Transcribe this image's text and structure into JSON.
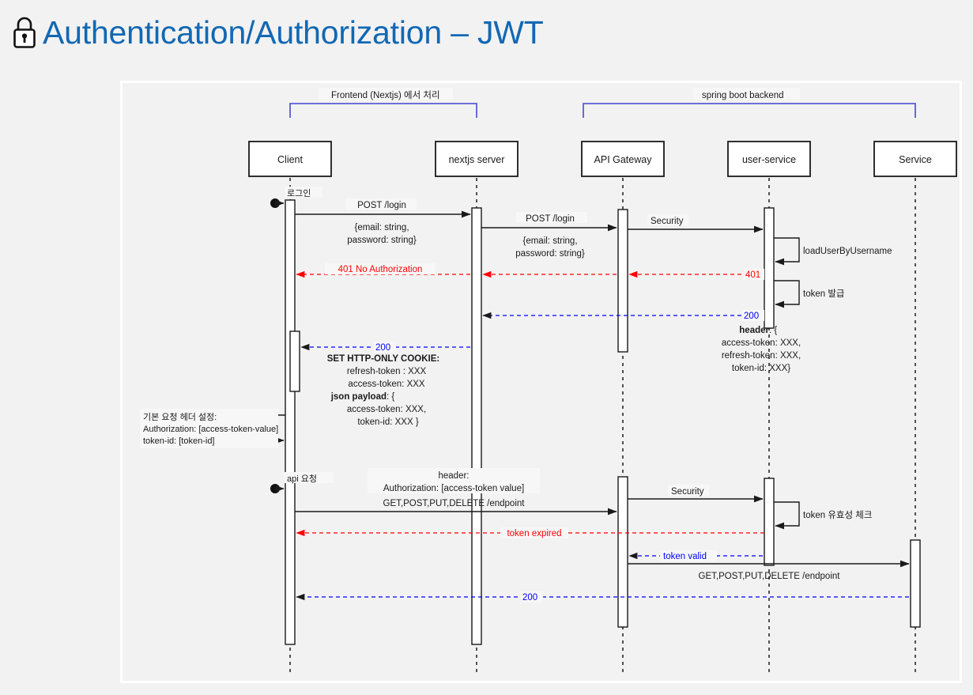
{
  "page": {
    "title": "Authentication/Authorization – JWT",
    "title_color": "#1268b3",
    "icon": "lock-icon",
    "background": "#f2f2f2"
  },
  "diagram": {
    "type": "sequence-diagram",
    "groups": [
      {
        "label": "Frontend (Nextjs) 에서 처리",
        "color": "#5b5bd6",
        "from": "Client",
        "to": "nextjs server"
      },
      {
        "label": "spring boot backend",
        "color": "#5b5bd6",
        "from": "API Gateway",
        "to": "Service"
      }
    ],
    "participants": [
      {
        "name": "Client"
      },
      {
        "name": "nextjs server"
      },
      {
        "name": "API Gateway"
      },
      {
        "name": "user-service"
      },
      {
        "name": "Service"
      }
    ],
    "actors": [
      {
        "label": "로그인",
        "target": "Client"
      },
      {
        "label": "api 요청",
        "target": "Client"
      }
    ],
    "messages": [
      {
        "label": "POST /login",
        "sub": [
          "{email: string,",
          "password: string}"
        ],
        "from": "Client",
        "to": "nextjs server",
        "style": "solid",
        "color": "#1a1a1a"
      },
      {
        "label": "POST /login",
        "sub": [
          "{email: string,",
          "password: string}"
        ],
        "from": "nextjs server",
        "to": "API Gateway",
        "style": "solid",
        "color": "#1a1a1a"
      },
      {
        "label": "Security",
        "from": "API Gateway",
        "to": "user-service",
        "style": "solid",
        "color": "#1a1a1a"
      },
      {
        "label": "loadUserByUsername",
        "from": "user-service",
        "to": "user-service",
        "style": "self",
        "color": "#1a1a1a"
      },
      {
        "label": "401 No Authorization",
        "from": "nextjs server",
        "to": "Client",
        "style": "dashed",
        "color": "#ff0000"
      },
      {
        "label": "401",
        "from": "user-service",
        "to": "API Gateway",
        "style": "dashed",
        "color": "#ff0000"
      },
      {
        "label": "token 발급",
        "from": "user-service",
        "to": "user-service",
        "style": "self",
        "color": "#1a1a1a"
      },
      {
        "label": "200",
        "sub": [
          "header: {",
          "access-token: XXX,",
          "refresh-token: XXX,",
          "token-id: XXX}"
        ],
        "from": "user-service",
        "to": "nextjs server",
        "style": "dashed",
        "color": "#0000ff"
      },
      {
        "label": "200",
        "sub": [
          "SET HTTP-ONLY COOKIE:",
          "refresh-token : XXX",
          "access-token: XXX",
          "json payload: {",
          "access-token: XXX,",
          "token-id: XXX }"
        ],
        "from": "nextjs server",
        "to": "Client",
        "style": "dashed",
        "color": "#0000ff"
      },
      {
        "label": "header:\nAuthorization: [access-token value]",
        "from": "Client",
        "to": "API Gateway",
        "style": "solid",
        "color": "#1a1a1a"
      },
      {
        "label": "GET,POST,PUT,DELETE /endpoint",
        "from": "Client",
        "to": "API Gateway",
        "style": "solid",
        "color": "#1a1a1a"
      },
      {
        "label": "Security",
        "from": "API Gateway",
        "to": "user-service",
        "style": "solid",
        "color": "#1a1a1a"
      },
      {
        "label": "token 유효성 체크",
        "from": "user-service",
        "to": "user-service",
        "style": "self",
        "color": "#1a1a1a"
      },
      {
        "label": "token expired",
        "from": "user-service",
        "to": "Client",
        "style": "dashed",
        "color": "#ff0000"
      },
      {
        "label": "token valid",
        "from": "user-service",
        "to": "API Gateway",
        "style": "dashed",
        "color": "#0000ff"
      },
      {
        "label": "GET,POST,PUT,DELETE /endpoint",
        "from": "API Gateway",
        "to": "Service",
        "style": "solid",
        "color": "#1a1a1a"
      },
      {
        "label": "200",
        "from": "Service",
        "to": "Client",
        "style": "dashed",
        "color": "#0000ff"
      }
    ],
    "notes": [
      {
        "lines": [
          "기본 요청 헤더 설정:",
          "Authorization:  [access-token-value]",
          "token-id: [token-id]"
        ],
        "anchor": "Client"
      }
    ],
    "text": {
      "group_frontend": "Frontend (Nextjs) 에서 처리",
      "group_backend": "spring boot backend",
      "p_client": "Client",
      "p_nextjs": "nextjs server",
      "p_gateway": "API Gateway",
      "p_userservice": "user-service",
      "p_service": "Service",
      "actor_login": "로그인",
      "actor_api": "api 요청",
      "m_post_login": "POST /login",
      "m_body_1": "{email: string,",
      "m_body_2": "password: string}",
      "m_post_login_2": "POST /login",
      "m_body_3": "{email: string,",
      "m_body_4": "password: string}",
      "m_security": "Security",
      "m_security_2": "Security",
      "m_loaduser": "loadUserByUsername",
      "m_token_issue": "token 발급",
      "m_401_noauth": "401 No Authorization",
      "m_401": "401",
      "m_200_a": "200",
      "m_200_b": "200",
      "m_200_c": "200",
      "hdr_header": "header",
      "hdr_brace": ": {",
      "hdr_access": "access-token: XXX,",
      "hdr_refresh": "refresh-token: XXX,",
      "hdr_tokenid": "token-id: XXX}",
      "cookie_title": "SET HTTP-ONLY COOKIE:",
      "cookie_refresh": "refresh-token : XXX",
      "cookie_access": "access-token: XXX",
      "payload_title": "json payload",
      "payload_brace": ": {",
      "payload_access": "access-token: XXX,",
      "payload_tokenid": "token-id: XXX }",
      "note_line1": "기본 요청 헤더 설정:",
      "note_line2": "Authorization:  [access-token-value]",
      "note_line3": "token-id: [token-id]",
      "req_header": "header:",
      "req_auth": "Authorization: [access-token value]",
      "m_endpoint_1": "GET,POST,PUT,DELETE /endpoint",
      "m_endpoint_2": "GET,POST,PUT,DELETE /endpoint",
      "m_token_check": "token 유효성 체크",
      "m_token_expired": "token expired",
      "m_token_valid": "token valid"
    }
  }
}
